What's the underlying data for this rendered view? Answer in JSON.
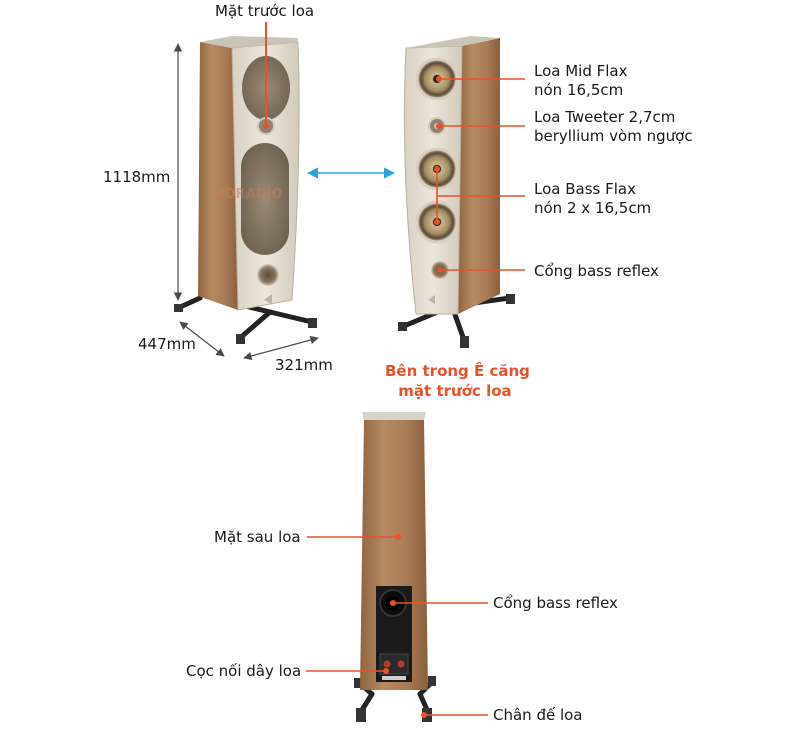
{
  "watermark": "HDRADIO",
  "colors": {
    "accent": "#e8522a",
    "dimension_line": "#4a4a4a",
    "arrow": "#2ba6d9",
    "wood": "#a87a55",
    "front_panel": "#e4ddd0"
  },
  "front_view": {
    "top_label": "Mặt trước loa",
    "height": "1118mm",
    "depth": "447mm",
    "width": "321mm"
  },
  "inside_view": {
    "callouts": [
      {
        "line1": "Loa Mid Flax",
        "line2": "nón 16,5cm"
      },
      {
        "line1": "Loa Tweeter 2,7cm",
        "line2": "beryllium vòm ngược"
      },
      {
        "line1": "Loa Bass Flax",
        "line2": "nón 2 x 16,5cm"
      },
      {
        "line1": "Cổng bass reflex",
        "line2": ""
      }
    ],
    "caption_line1": "Bên trong Ê căng",
    "caption_line2": "mặt trước loa"
  },
  "rear_view": {
    "left_labels": [
      "Mặt sau loa",
      "Cọc nối dây loa"
    ],
    "right_labels": [
      "Cổng bass reflex",
      "Chân đế loa"
    ]
  }
}
